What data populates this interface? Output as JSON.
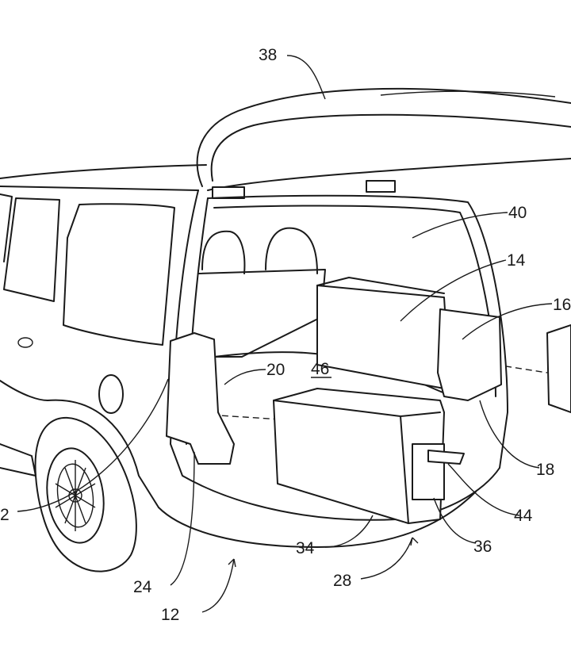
{
  "figure": {
    "reference_numerals": {
      "liftgate": "38",
      "cargo_area": "40",
      "seat_module": "14",
      "side_module": "16",
      "panel_20": "20",
      "floor": "46",
      "latch_18": "18",
      "step_44": "44",
      "handle_36": "36",
      "box_34": "34",
      "assembly_28": "28",
      "pillar_24": "24",
      "vehicle": "12",
      "partial_left": "2"
    }
  }
}
